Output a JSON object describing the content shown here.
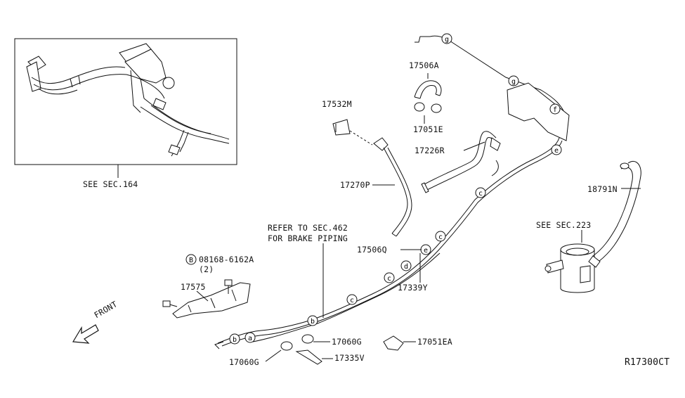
{
  "parts": {
    "p17506A": "17506A",
    "p17532M": "17532M",
    "p17051E": "17051E",
    "p17226R": "17226R",
    "p17270P": "17270P",
    "p18791N": "18791N",
    "p17506Q": "17506Q",
    "p17339Y": "17339Y",
    "p17575": "17575",
    "p17060G_right": "17060G",
    "p17060G_left": "17060G",
    "p17335V": "17335V",
    "p17051EA": "17051EA"
  },
  "bolt": {
    "circle_letter": "B",
    "part_no": "08168-6162A",
    "qty": "(2)"
  },
  "references": {
    "see_164": "SEE SEC.164",
    "see_223": "SEE SEC.223",
    "refer_line1": "REFER TO SEC.462",
    "refer_line2": "FOR BRAKE PIPING"
  },
  "front_label": "FRONT",
  "diagram_code": "R17300CT",
  "markers": [
    "a",
    "b",
    "c",
    "d",
    "e",
    "f",
    "g"
  ]
}
